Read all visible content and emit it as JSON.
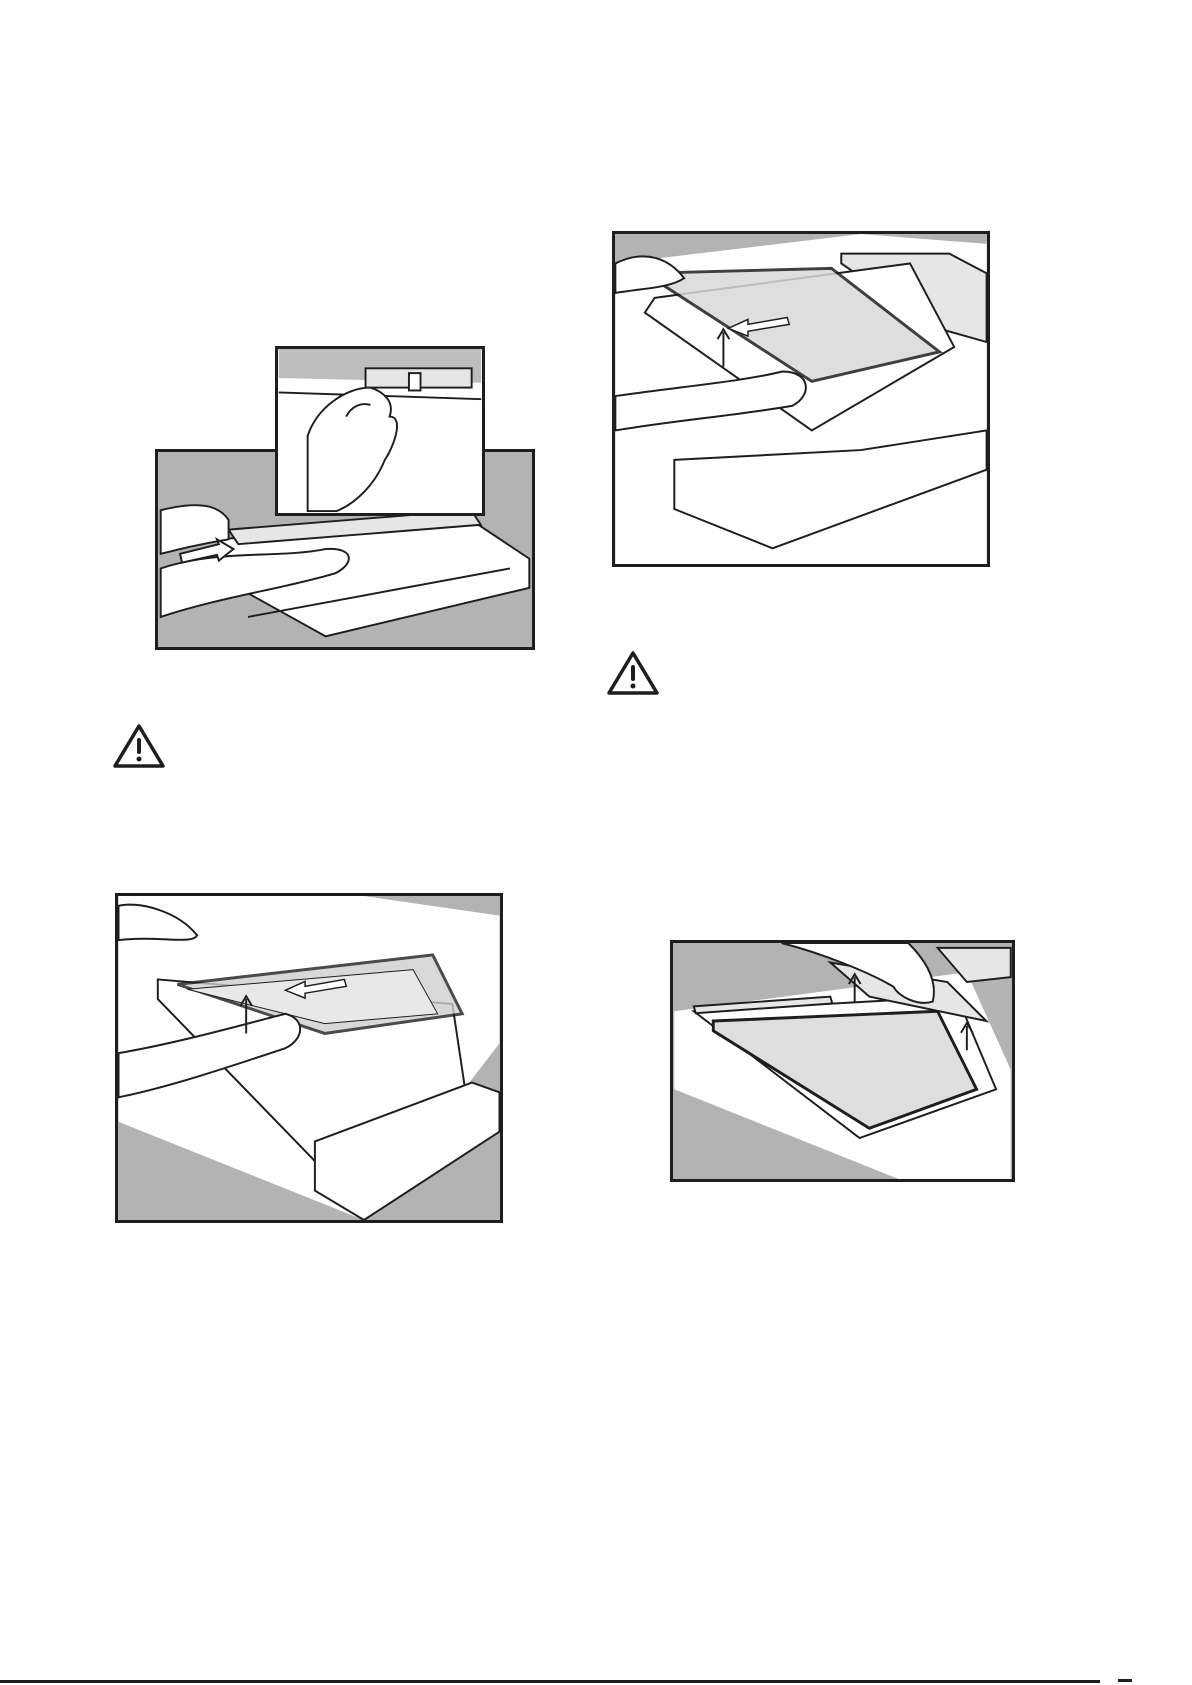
{
  "figures": [
    {
      "id": "fig-1",
      "icon": "hands-pulling-door-trim-icon",
      "has_inset": true
    },
    {
      "id": "fig-2",
      "icon": "hands-sliding-glass-panel-icon"
    },
    {
      "id": "fig-3",
      "icon": "hands-removing-glass-panel-icon"
    },
    {
      "id": "fig-4",
      "icon": "hand-lifting-door-trim-icon"
    }
  ],
  "warnings": [
    {
      "icon": "warning-triangle-icon"
    },
    {
      "icon": "warning-triangle-icon"
    }
  ],
  "colors": {
    "panel_bg": "#b3b3b3",
    "line": "#1e1e1e",
    "surface": "#ffffff"
  }
}
